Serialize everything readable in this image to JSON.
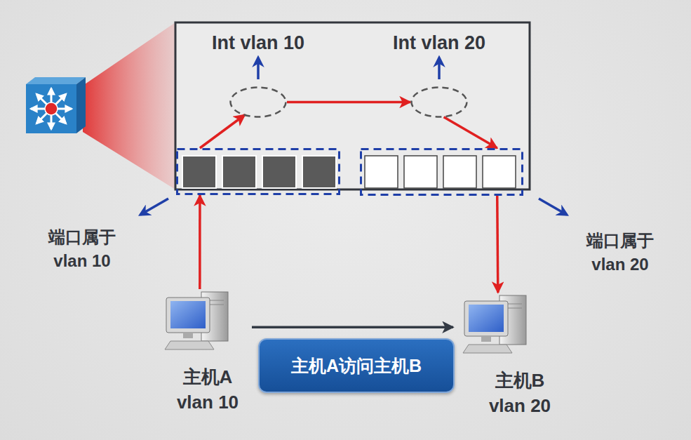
{
  "diagram": {
    "nodes": [
      {
        "text": [
          "Int vlan 10"
        ]
      },
      {
        "text": [
          "Int vlan 20"
        ]
      },
      {
        "text": [
          "端口属于 vlan 10"
        ]
      },
      {
        "text": [
          "端口属于 vlan 20"
        ]
      },
      {
        "text": [
          "主机A vlan 10"
        ]
      },
      {
        "text": [
          "主机B vlan 20"
        ]
      },
      {
        "text": [
          "主机A访问主机B"
        ]
      }
    ],
    "edges": [
      {
        "from": 4,
        "to": 2,
        "arrow": "to"
      },
      {
        "from": 2,
        "to": 0,
        "arrow": "to"
      },
      {
        "from": 0,
        "to": 1,
        "arrow": "to"
      },
      {
        "from": 1,
        "to": 3,
        "arrow": "to"
      },
      {
        "from": 3,
        "to": 5,
        "arrow": "to"
      },
      {
        "from": 4,
        "to": 5,
        "arrow": "to"
      }
    ]
  }
}
